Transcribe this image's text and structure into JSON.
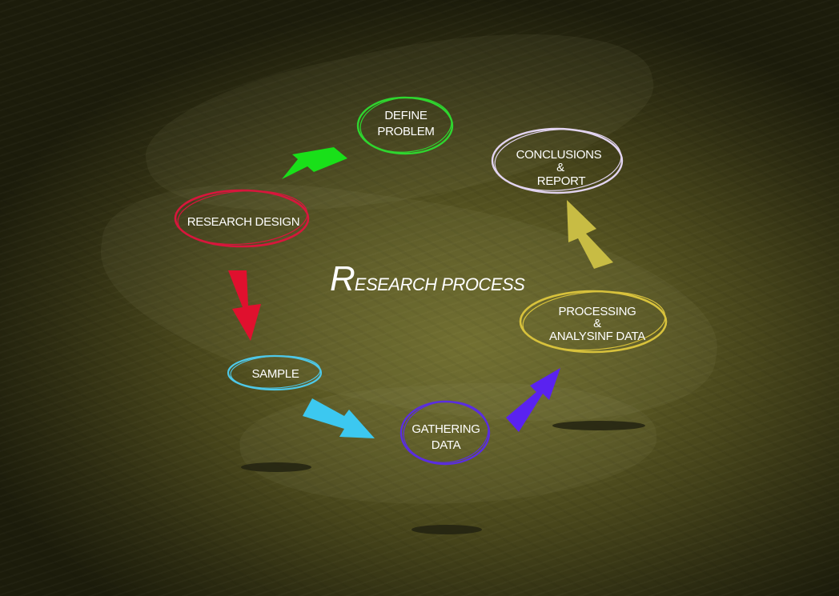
{
  "title": {
    "initial": "R",
    "rest": "ESEARCH PROCESS"
  },
  "nodes": {
    "define_problem": {
      "lines": [
        "DEFINE",
        "PROBLEM"
      ],
      "color": "#2fd62f"
    },
    "research_design": {
      "lines": [
        "RESEARCH DESIGN"
      ],
      "color": "#d8163c"
    },
    "sample": {
      "lines": [
        "SAMPLE"
      ],
      "color": "#4ec8e8"
    },
    "gathering_data": {
      "lines": [
        "GATHERING",
        "DATA"
      ],
      "color": "#5a2de0"
    },
    "processing": {
      "lines": [
        "PROCESSING",
        "&",
        "ANALYSINF DATA"
      ],
      "color": "#d8c23c"
    },
    "conclusions": {
      "lines": [
        "CONCLUSIONS",
        "&",
        "REPORT"
      ],
      "color": "#e2d4f0"
    }
  },
  "arrows": {
    "define_to_design": {
      "color": "#19e019"
    },
    "design_to_sample": {
      "color": "#e0102e"
    },
    "sample_to_gathering": {
      "color": "#3cc8f0"
    },
    "gathering_to_processing": {
      "color": "#5a22f0"
    },
    "processing_to_conclusions": {
      "color": "#c8bc44"
    }
  }
}
